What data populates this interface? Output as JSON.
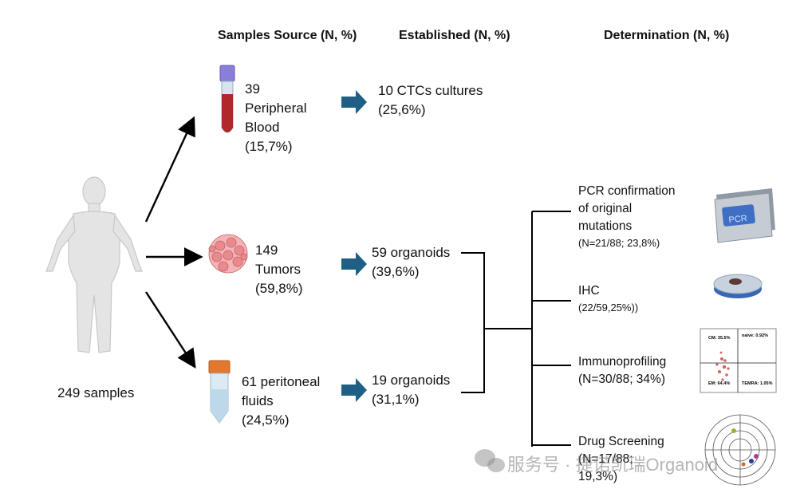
{
  "headers": {
    "source": "Samples Source (N, %)",
    "established": "Established (N, %)",
    "determination": "Determination (N, %)"
  },
  "total": "249 samples",
  "sources": [
    {
      "lines": [
        "39",
        "Peripheral",
        "Blood",
        "(15,7%)"
      ],
      "icon": "blood-tube-icon"
    },
    {
      "lines": [
        "149",
        "Tumors",
        "(59,8%)"
      ],
      "icon": "tumor-cells-icon"
    },
    {
      "lines": [
        "61 peritoneal",
        "fluids",
        "(24,5%)"
      ],
      "icon": "falcon-tube-icon"
    }
  ],
  "established": [
    {
      "lines": [
        "10 CTCs cultures",
        "(25,6%)"
      ]
    },
    {
      "lines": [
        "59 organoids",
        "(39,6%)"
      ]
    },
    {
      "lines": [
        "19 organoids",
        "(31,1%)"
      ]
    }
  ],
  "determinations": [
    {
      "lines": [
        "PCR confirmation",
        "of original",
        "mutations"
      ],
      "detail": "(N=21/88;  23,8%)",
      "icon": "pcr-machine-icon",
      "icon_label": "PCR"
    },
    {
      "lines": [
        "IHC"
      ],
      "detail": "(22/59,25%))",
      "icon": "slide-scanner-icon"
    },
    {
      "lines": [
        "Immunoprofiling",
        "(N=30/88; 34%)"
      ],
      "icon": "flow-cytometry-plot-icon",
      "plot_labels": [
        "CM: 35.5%",
        "naive: 0.92%",
        "EM: 64.4%",
        "TEMRA: 1.05%"
      ]
    },
    {
      "lines": [
        "Drug Screening",
        "(N=17/88;",
        "19,3%)"
      ],
      "icon": "radar-plot-icon"
    }
  ],
  "watermark": "服务号 · 捷诺凯瑞Organoid",
  "colors": {
    "arrow_blue": "#1f5f86",
    "tube_red": "#b0282c",
    "tube_cap": "#8a7fd8",
    "tumor": "#e98a8e",
    "falcon_cap": "#e2782e"
  }
}
